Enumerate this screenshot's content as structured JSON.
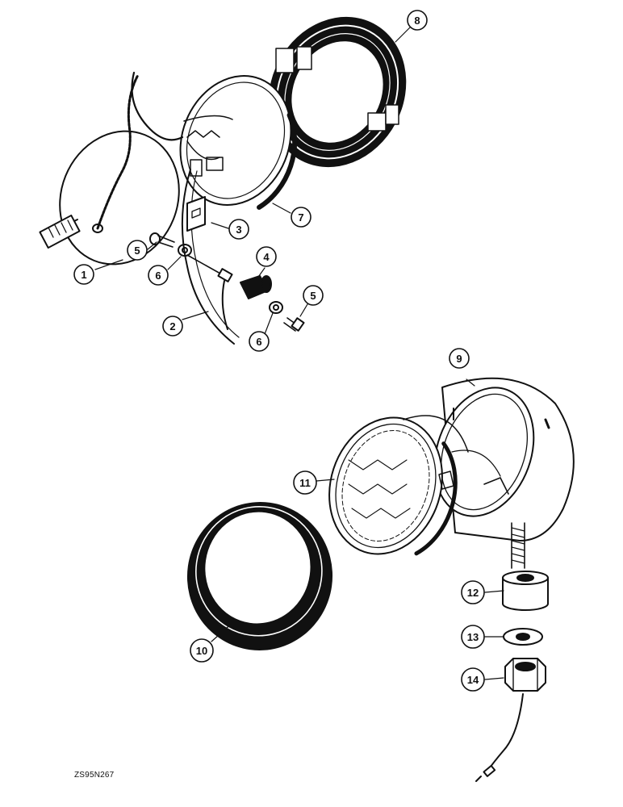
{
  "document_code": "ZS95N267",
  "colors": {
    "ink": "#111111",
    "paper": "#ffffff"
  },
  "callouts": [
    {
      "id": "c1",
      "label": "1"
    },
    {
      "id": "c2",
      "label": "2"
    },
    {
      "id": "c3",
      "label": "3"
    },
    {
      "id": "c4",
      "label": "4"
    },
    {
      "id": "c5a",
      "label": "5"
    },
    {
      "id": "c5b",
      "label": "5"
    },
    {
      "id": "c6a",
      "label": "6"
    },
    {
      "id": "c6b",
      "label": "6"
    },
    {
      "id": "c7",
      "label": "7"
    },
    {
      "id": "c8",
      "label": "8"
    },
    {
      "id": "c9",
      "label": "9"
    },
    {
      "id": "c10",
      "label": "10"
    },
    {
      "id": "c11",
      "label": "11"
    },
    {
      "id": "c12",
      "label": "12"
    },
    {
      "id": "c13",
      "label": "13"
    },
    {
      "id": "c14",
      "label": "14"
    }
  ]
}
